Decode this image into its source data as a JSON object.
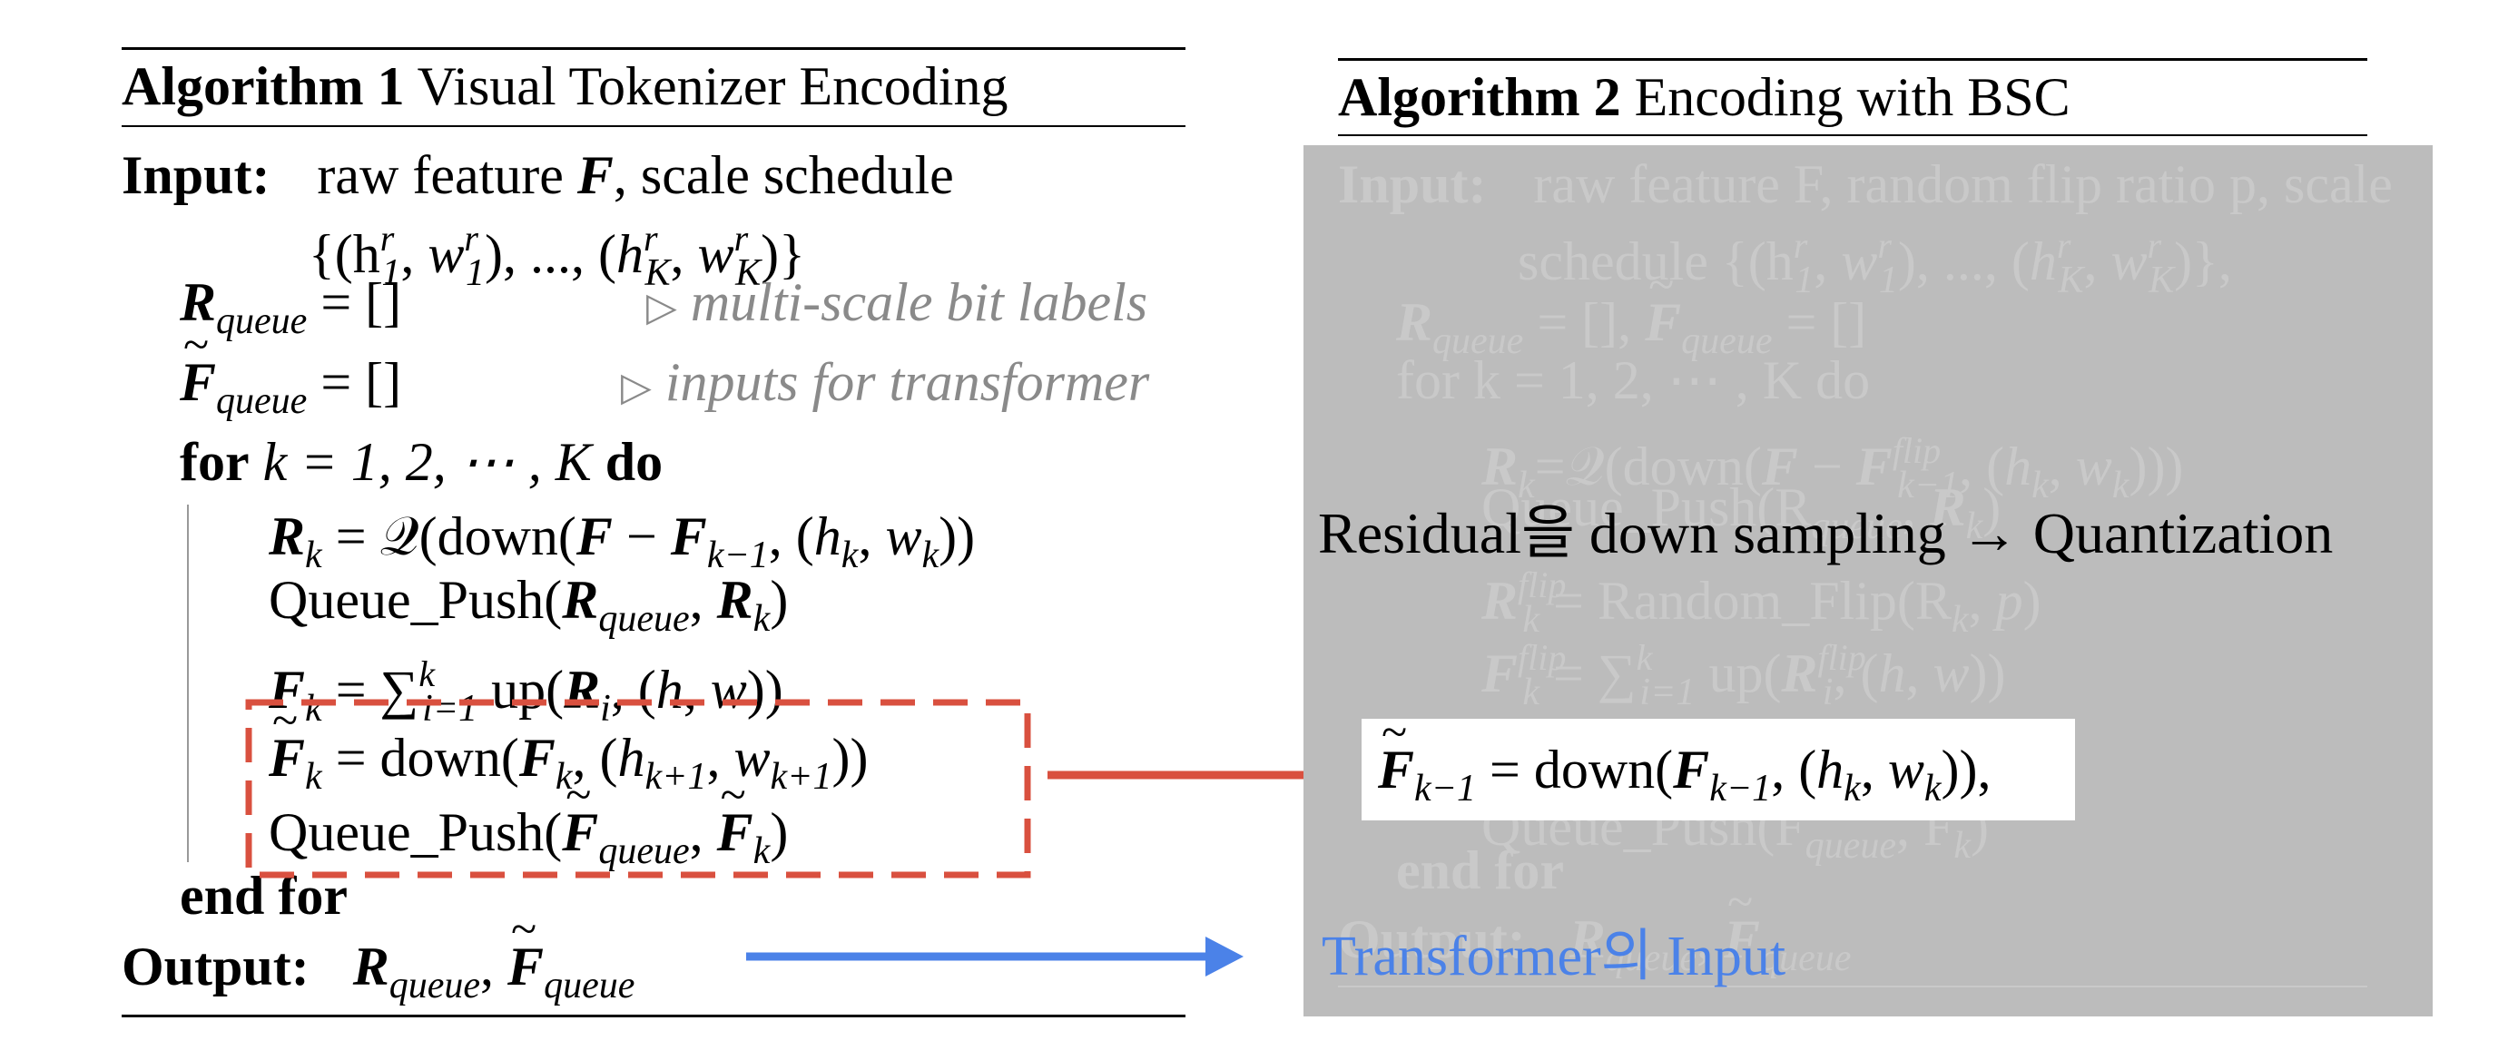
{
  "algo1": {
    "title_bold": "Algorithm 1",
    "title_rest": "Visual Tokenizer Encoding",
    "input_label": "Input:",
    "input_text_a": "raw feature",
    "input_var_F": "F",
    "input_text_b": ", scale schedule",
    "schedule": "{(h",
    "r_queue_rhs": "= []",
    "comment_bits": "multi-scale bit labels",
    "f_queue_rhs": "= []",
    "comment_inputs": "inputs for transformer",
    "for_kw": "for",
    "for_range": "k = 1, 2, ⋯ , K",
    "do_kw": "do",
    "line_rk": "= 𝒬(down(",
    "line_push1": "Queue_Push(",
    "line_fk": "= ∑",
    "line_ftilde": "= down(",
    "line_push2": "Queue_Push(",
    "end_for": "end for",
    "output_label": "Output:"
  },
  "algo2": {
    "title_bold": "Algorithm 2",
    "title_rest": "Encoding with BSC",
    "input_label": "Input:",
    "input_text": "raw feature F, random flip ratio p, scale",
    "schedule_text": "schedule {(h",
    "line_queues": "R",
    "for_line": "for k = 1, 2, ⋯ , K do",
    "rk_line": "R",
    "push_line": "Queue_Push(R",
    "flip_line": "= Random_Flip(R",
    "sum_line": "= ∑",
    "push_line2": "Queue_Push(F",
    "end_for": "end for",
    "output_label": "Output:"
  },
  "annotations": {
    "residual_caption": "Residual을 down sampling → Quantization",
    "formula_lhs": "F",
    "formula_rhs": "= down(",
    "transformer_caption": "Transformer의 Input"
  },
  "colors": {
    "red_arrow": "#d9503f",
    "blue_arrow": "#4b82e8",
    "overlay_gray": "#bcbcbc",
    "comment_gray": "#8a8a8a"
  }
}
